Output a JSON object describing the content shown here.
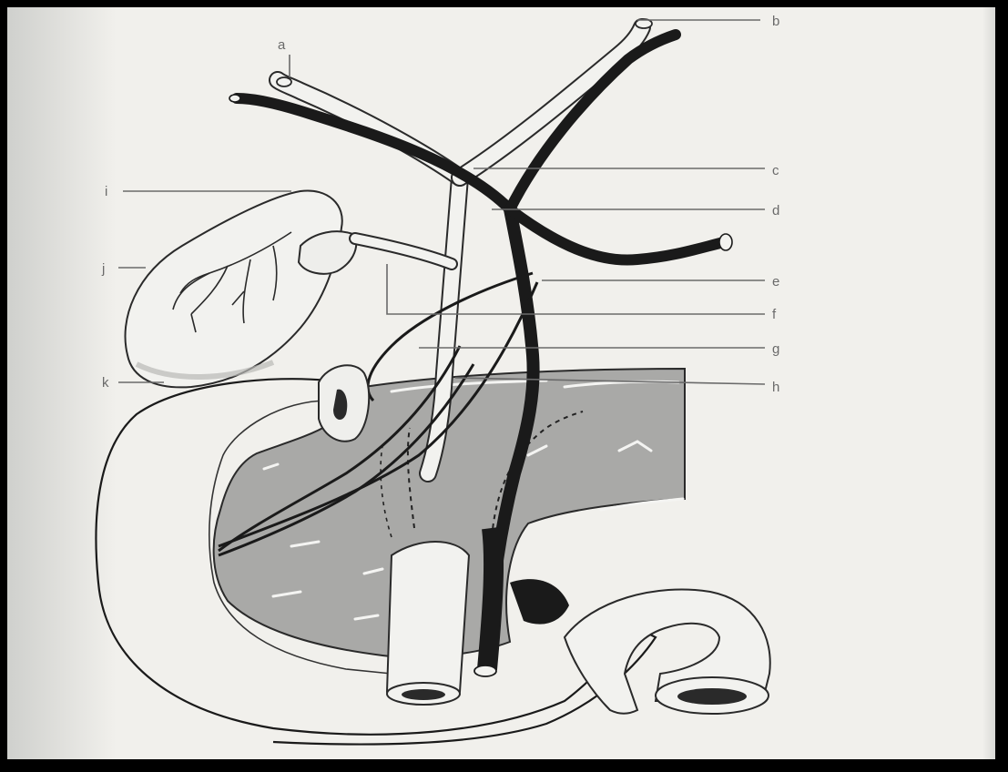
{
  "diagram": {
    "labels": [
      {
        "id": "a",
        "text": "a"
      },
      {
        "id": "b",
        "text": "b"
      },
      {
        "id": "c",
        "text": "c"
      },
      {
        "id": "d",
        "text": "d"
      },
      {
        "id": "e",
        "text": "e"
      },
      {
        "id": "f",
        "text": "f"
      },
      {
        "id": "g",
        "text": "g"
      },
      {
        "id": "h",
        "text": "h"
      },
      {
        "id": "i",
        "text": "i"
      },
      {
        "id": "j",
        "text": "j"
      },
      {
        "id": "k",
        "text": "k"
      }
    ]
  }
}
